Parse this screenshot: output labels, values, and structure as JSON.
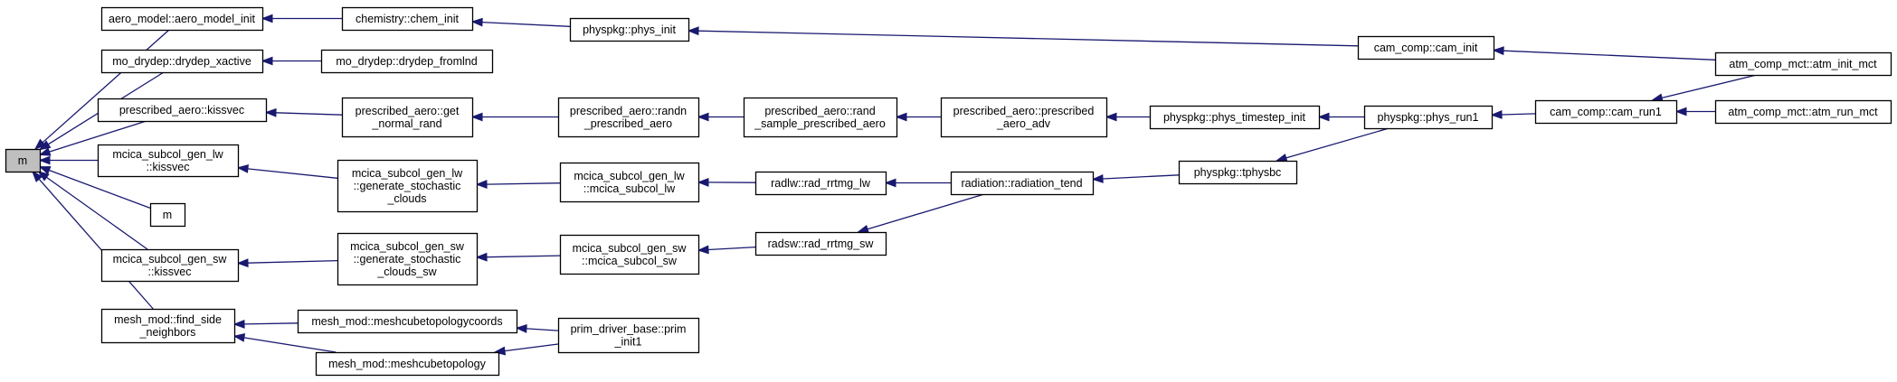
{
  "diagram": {
    "root": "m",
    "nodes": {
      "m": [
        "m"
      ],
      "aero_model_init": [
        "aero_model::aero_model_init"
      ],
      "chem_init": [
        "chemistry::chem_init"
      ],
      "phys_init": [
        "physpkg::phys_init"
      ],
      "cam_init": [
        "cam_comp::cam_init"
      ],
      "atm_init_mct": [
        "atm_comp_mct::atm_init_mct"
      ],
      "drydep_xactive": [
        "mo_drydep::drydep_xactive"
      ],
      "drydep_fromlnd": [
        "mo_drydep::drydep_fromlnd"
      ],
      "pa_kissvec": [
        "prescribed_aero::kissvec"
      ],
      "get_normal_rand": [
        "prescribed_aero::get",
        "_normal_rand"
      ],
      "randn_prescribed_aero": [
        "prescribed_aero::randn",
        "_prescribed_aero"
      ],
      "rand_sample_prescribed_aero": [
        "prescribed_aero::rand",
        "_sample_prescribed_aero"
      ],
      "prescribed_aero_adv": [
        "prescribed_aero::prescribed",
        "_aero_adv"
      ],
      "phys_timestep_init": [
        "physpkg::phys_timestep_init"
      ],
      "phys_run1": [
        "physpkg::phys_run1"
      ],
      "cam_run1": [
        "cam_comp::cam_run1"
      ],
      "atm_run_mct": [
        "atm_comp_mct::atm_run_mct"
      ],
      "lw_kissvec": [
        "mcica_subcol_gen_lw",
        "::kissvec"
      ],
      "lw_generate": [
        "mcica_subcol_gen_lw",
        "::generate_stochastic",
        "_clouds"
      ],
      "lw_mcica": [
        "mcica_subcol_gen_lw",
        "::mcica_subcol_lw"
      ],
      "rad_rrtmg_lw": [
        "radlw::rad_rrtmg_lw"
      ],
      "radiation_tend": [
        "radiation::radiation_tend"
      ],
      "tphysbc": [
        "physpkg::tphysbc"
      ],
      "m2": [
        "m"
      ],
      "sw_kissvec": [
        "mcica_subcol_gen_sw",
        "::kissvec"
      ],
      "sw_generate": [
        "mcica_subcol_gen_sw",
        "::generate_stochastic",
        "_clouds_sw"
      ],
      "sw_mcica": [
        "mcica_subcol_gen_sw",
        "::mcica_subcol_sw"
      ],
      "rad_rrtmg_sw": [
        "radsw::rad_rrtmg_sw"
      ],
      "find_side_neighbors": [
        "mesh_mod::find_side",
        "_neighbors"
      ],
      "meshcubetopologycoords": [
        "mesh_mod::meshcubetopologycoords"
      ],
      "meshcubetopology": [
        "mesh_mod::meshcubetopology"
      ],
      "prim_init1": [
        "prim_driver_base::prim",
        "_init1"
      ]
    },
    "edges": [
      [
        "aero_model_init",
        "m"
      ],
      [
        "drydep_xactive",
        "m"
      ],
      [
        "pa_kissvec",
        "m"
      ],
      [
        "lw_kissvec",
        "m"
      ],
      [
        "m2",
        "m"
      ],
      [
        "sw_kissvec",
        "m"
      ],
      [
        "find_side_neighbors",
        "m"
      ],
      [
        "chem_init",
        "aero_model_init"
      ],
      [
        "phys_init",
        "chem_init"
      ],
      [
        "cam_init",
        "phys_init"
      ],
      [
        "atm_init_mct",
        "cam_init"
      ],
      [
        "drydep_fromlnd",
        "drydep_xactive"
      ],
      [
        "get_normal_rand",
        "pa_kissvec"
      ],
      [
        "randn_prescribed_aero",
        "get_normal_rand"
      ],
      [
        "rand_sample_prescribed_aero",
        "randn_prescribed_aero"
      ],
      [
        "prescribed_aero_adv",
        "rand_sample_prescribed_aero"
      ],
      [
        "phys_timestep_init",
        "prescribed_aero_adv"
      ],
      [
        "phys_run1",
        "phys_timestep_init"
      ],
      [
        "cam_run1",
        "phys_run1"
      ],
      [
        "atm_init_mct",
        "cam_run1"
      ],
      [
        "atm_run_mct",
        "cam_run1"
      ],
      [
        "phys_run1",
        "tphysbc"
      ],
      [
        "lw_generate",
        "lw_kissvec"
      ],
      [
        "lw_mcica",
        "lw_generate"
      ],
      [
        "rad_rrtmg_lw",
        "lw_mcica"
      ],
      [
        "radiation_tend",
        "rad_rrtmg_lw"
      ],
      [
        "tphysbc",
        "radiation_tend"
      ],
      [
        "sw_generate",
        "sw_kissvec"
      ],
      [
        "sw_mcica",
        "sw_generate"
      ],
      [
        "rad_rrtmg_sw",
        "sw_mcica"
      ],
      [
        "radiation_tend",
        "rad_rrtmg_sw"
      ],
      [
        "meshcubetopologycoords",
        "find_side_neighbors"
      ],
      [
        "meshcubetopology",
        "find_side_neighbors"
      ],
      [
        "prim_init1",
        "meshcubetopologycoords"
      ],
      [
        "prim_init1",
        "meshcubetopology"
      ]
    ],
    "colors": {
      "edge": "#191970",
      "node_border": "#000000",
      "node_fill": "#ffffff",
      "root_fill": "#bfbfbf"
    }
  }
}
